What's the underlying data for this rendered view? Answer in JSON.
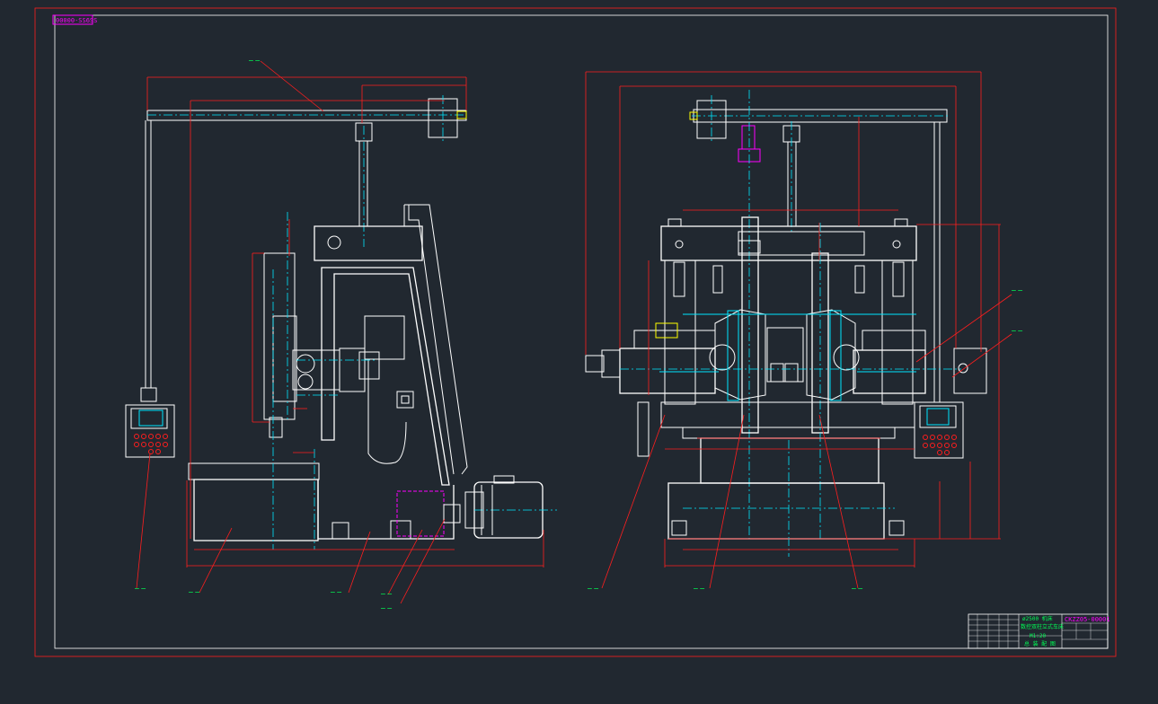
{
  "drawing": {
    "frame_tag": "00000-SS6SS",
    "title_block": {
      "drawing_number": "CKZZ05-00001",
      "name_line1": "ø2500 机床",
      "name_line2": "数控双柱立式车床",
      "unit_text": "M1:20",
      "company_text": "总 装 配 图"
    }
  },
  "colors": {
    "background": "#212830",
    "outline": "#ffffff",
    "dimension": "#ff1e1e",
    "centerline": "#00e6ff",
    "highlight": "#ff00ff",
    "annotation": "#00ff55"
  }
}
